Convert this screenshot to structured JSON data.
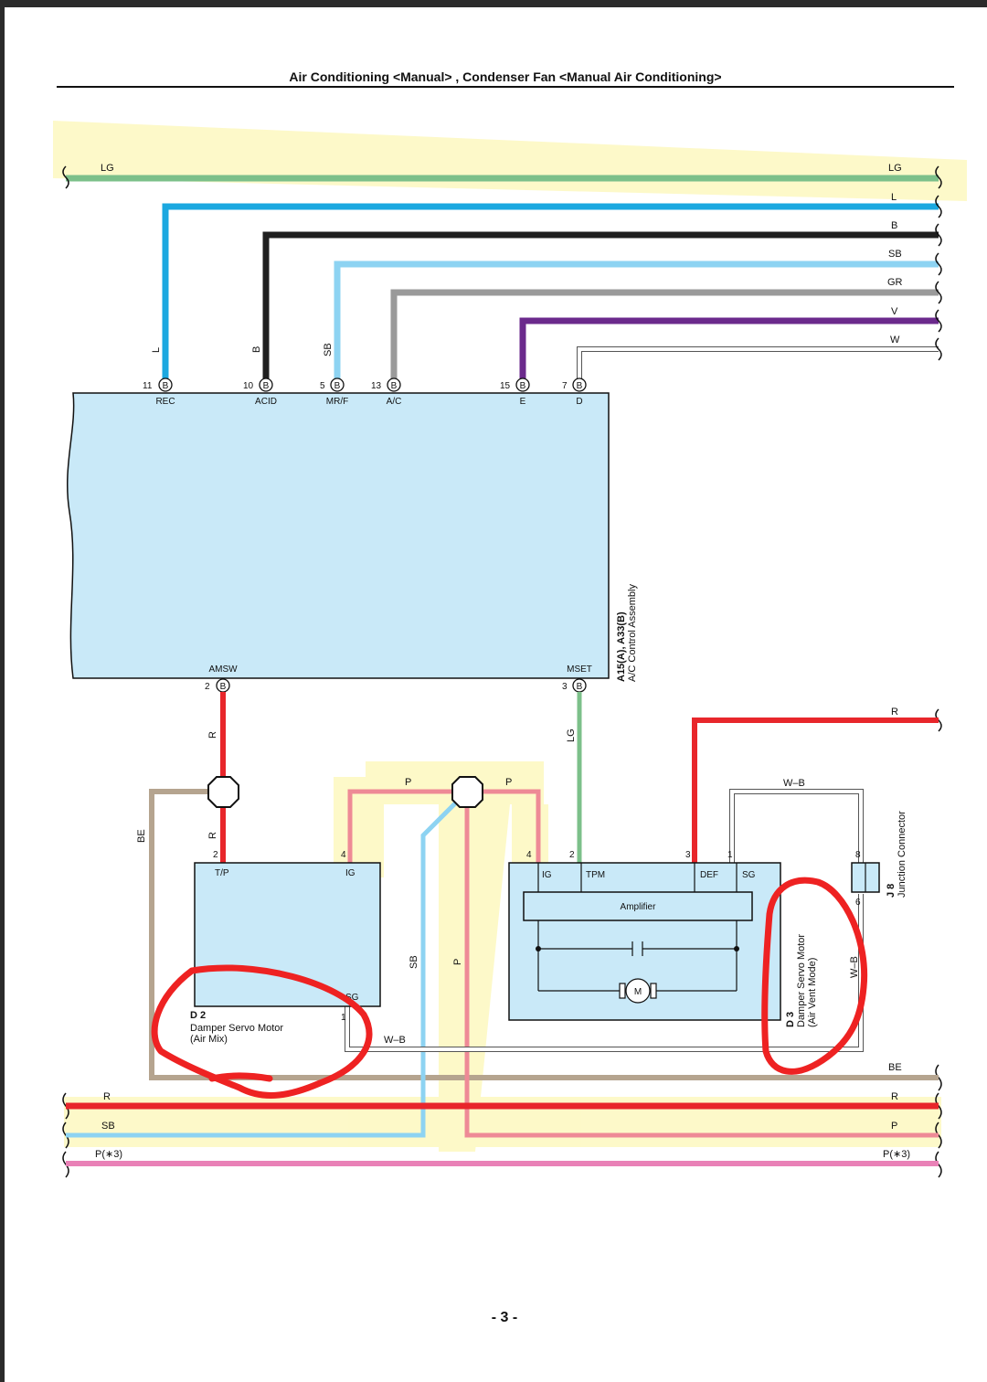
{
  "header": {
    "title": "Air Conditioning <Manual> , Condenser Fan <Manual Air Conditioning>"
  },
  "footer": {
    "page_number": "- 3 -"
  },
  "top_bus": {
    "left_label": "LG",
    "right_labels": [
      "LG",
      "L",
      "B",
      "SB",
      "GR",
      "V",
      "W"
    ]
  },
  "ac_control": {
    "connector_label": "A15(A), A33(B)",
    "name": "A/C Control Assembly",
    "top_pins": [
      {
        "num": "11",
        "conn": "B",
        "name": "REC",
        "wire": "L"
      },
      {
        "num": "10",
        "conn": "B",
        "name": "ACID",
        "wire": "B"
      },
      {
        "num": "5",
        "conn": "B",
        "name": "MR/F",
        "wire": "SB"
      },
      {
        "num": "13",
        "conn": "B",
        "name": "A/C",
        "wire": ""
      },
      {
        "num": "15",
        "conn": "B",
        "name": "E",
        "wire": ""
      },
      {
        "num": "7",
        "conn": "B",
        "name": "D",
        "wire": ""
      }
    ],
    "bottom_pins": [
      {
        "num": "2",
        "conn": "B",
        "name": "AMSW"
      },
      {
        "num": "3",
        "conn": "B",
        "name": "MSET"
      }
    ]
  },
  "wire_labels": {
    "amsw_wire": "R",
    "amsw_wire_low": "R",
    "mset_wire": "LG",
    "be_wire": "BE",
    "p_left": "P",
    "p_right": "P",
    "sb_vert": "SB",
    "p_vert": "P",
    "r_right": "R",
    "wb_top": "W–B",
    "wb_bottom": "W–B",
    "wb_side": "W–B"
  },
  "d2": {
    "code": "D 2",
    "name": "Damper Servo Motor",
    "sub": "(Air Mix)",
    "pins": [
      {
        "num": "2",
        "name": "T/P"
      },
      {
        "num": "4",
        "name": "IG"
      },
      {
        "num": "1",
        "name": "SG"
      }
    ]
  },
  "d3": {
    "code": "D 3",
    "name": "Damper Servo Motor",
    "sub": "(Air Vent Mode)",
    "amplifier": "Amplifier",
    "motor": "M",
    "pins": [
      {
        "num": "4",
        "name": "IG"
      },
      {
        "num": "2",
        "name": "TPM"
      },
      {
        "num": "3",
        "name": "DEF"
      },
      {
        "num": "1",
        "name": "SG"
      }
    ]
  },
  "j8": {
    "code": "J 8",
    "name": "Junction Connector",
    "pins": [
      "8",
      "6"
    ]
  },
  "bottom_bus": {
    "be_right": "BE",
    "left_labels": [
      "R",
      "SB",
      "P(∗3)"
    ],
    "right_labels": [
      "R",
      "P",
      "P(∗3)"
    ]
  },
  "colors": {
    "LG": "#7cc08a",
    "L": "#1ba8e0",
    "B": "#1f1f1f",
    "SB": "#8dd3f2",
    "GR": "#9a9a9a",
    "V": "#6b2a8c",
    "R": "#e8262b",
    "P": "#ee8a96",
    "P3": "#e981b7",
    "BE": "#b5a48f",
    "component": "#c9e9f8",
    "highlight": "#fdf8bf",
    "annotation": "#ee2222"
  }
}
